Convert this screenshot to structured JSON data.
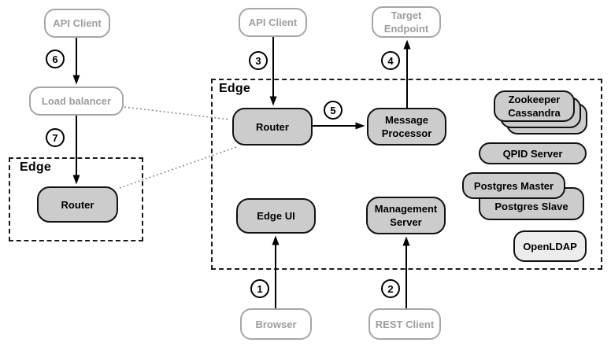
{
  "diagram_title": "Edge API traffic and management flow diagram",
  "colors": {
    "node_fill": "#cccccc",
    "node_border": "#111111",
    "client_border": "#a6a6a6",
    "client_text": "#9e9e9e",
    "openldap_fill": "#ececec",
    "arrow": "#000000",
    "dotted_link": "#888888"
  },
  "groups": {
    "edge_left": {
      "label": "Edge"
    },
    "edge_main": {
      "label": "Edge"
    }
  },
  "nodes": {
    "api_client_left": {
      "label": "API Client"
    },
    "load_balancer": {
      "label": "Load balancer"
    },
    "router_left": {
      "label": "Router"
    },
    "api_client_mid": {
      "label": "API Client"
    },
    "target_endpoint": {
      "line1": "Target",
      "line2": "Endpoint"
    },
    "router_main": {
      "label": "Router"
    },
    "message_processor": {
      "line1": "Message",
      "line2": "Processor"
    },
    "edge_ui": {
      "label": "Edge UI"
    },
    "management_server": {
      "line1": "Management",
      "line2": "Server"
    },
    "zookeeper_cassandra": {
      "line1": "Zookeeper",
      "line2": "Cassandra"
    },
    "qpid_server": {
      "label": "QPID Server"
    },
    "postgres_master": {
      "label": "Postgres Master"
    },
    "postgres_slave": {
      "label": "Postgres Slave"
    },
    "openldap": {
      "label": "OpenLDAP"
    },
    "browser": {
      "label": "Browser"
    },
    "rest_client": {
      "label": "REST Client"
    }
  },
  "steps": {
    "step1": "1",
    "step2": "2",
    "step3": "3",
    "step4": "4",
    "step5": "5",
    "step6": "6",
    "step7": "7"
  }
}
